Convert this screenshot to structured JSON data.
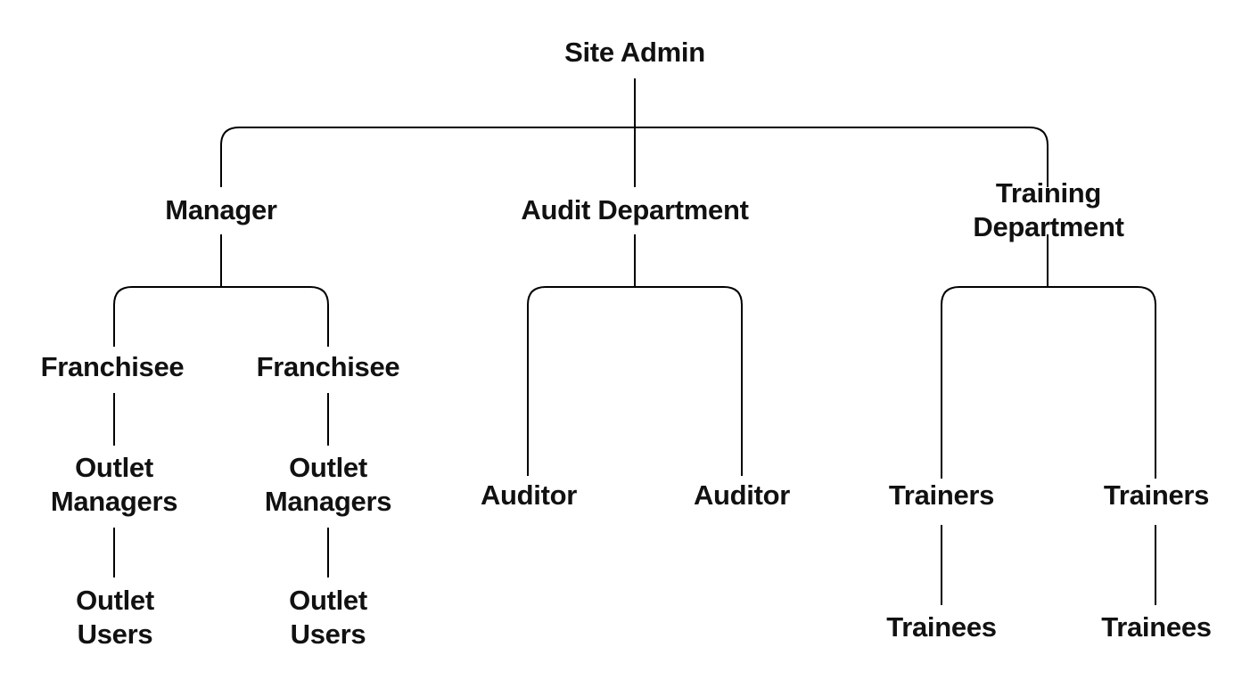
{
  "diagram": {
    "type": "org-chart",
    "background": "#ffffff",
    "line_color": "#000000",
    "text_color": "#111111"
  },
  "nodes": {
    "site_admin": {
      "label": "Site Admin"
    },
    "manager": {
      "label": "Manager"
    },
    "audit_department": {
      "label": "Audit Department"
    },
    "training_department": {
      "label": "Training Department"
    },
    "franchisee_1": {
      "label": "Franchisee"
    },
    "franchisee_2": {
      "label": "Franchisee"
    },
    "outlet_managers_1": {
      "label": "Outlet\nManagers"
    },
    "outlet_managers_2": {
      "label": "Outlet\nManagers"
    },
    "outlet_users_1": {
      "label": "Outlet\nUsers"
    },
    "outlet_users_2": {
      "label": "Outlet\nUsers"
    },
    "auditor_1": {
      "label": "Auditor"
    },
    "auditor_2": {
      "label": "Auditor"
    },
    "trainers_1": {
      "label": "Trainers"
    },
    "trainers_2": {
      "label": "Trainers"
    },
    "trainees_1": {
      "label": "Trainees"
    },
    "trainees_2": {
      "label": "Trainees"
    }
  },
  "hierarchy": {
    "label": "Site Admin",
    "children": [
      {
        "label": "Manager",
        "children": [
          {
            "label": "Franchisee",
            "children": [
              {
                "label": "Outlet Managers",
                "children": [
                  {
                    "label": "Outlet Users"
                  }
                ]
              }
            ]
          },
          {
            "label": "Franchisee",
            "children": [
              {
                "label": "Outlet Managers",
                "children": [
                  {
                    "label": "Outlet Users"
                  }
                ]
              }
            ]
          }
        ]
      },
      {
        "label": "Audit Department",
        "children": [
          {
            "label": "Auditor"
          },
          {
            "label": "Auditor"
          }
        ]
      },
      {
        "label": "Training Department",
        "children": [
          {
            "label": "Trainers",
            "children": [
              {
                "label": "Trainees"
              }
            ]
          },
          {
            "label": "Trainers",
            "children": [
              {
                "label": "Trainees"
              }
            ]
          }
        ]
      }
    ]
  }
}
